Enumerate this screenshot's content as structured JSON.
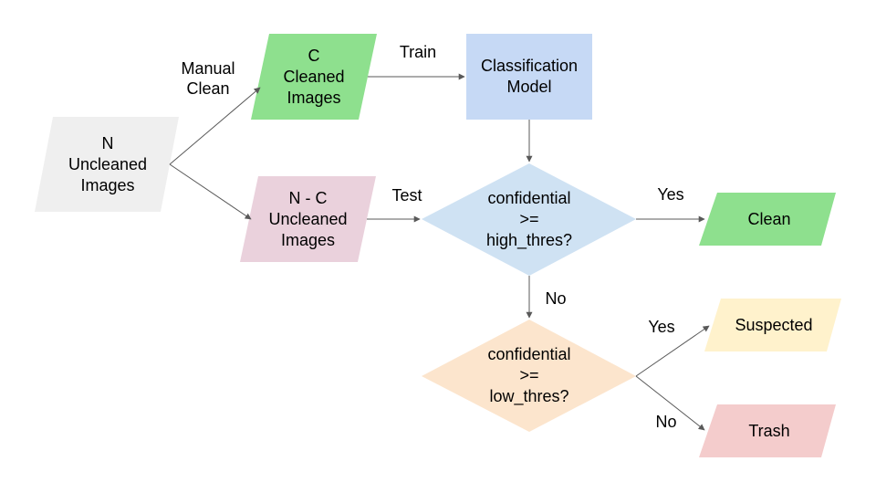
{
  "colors": {
    "uncleaned": "#efefef",
    "cleaned": "#8ee08e",
    "model": "#c6d9f5",
    "remaining": "#ead1dc",
    "high_decision": "#cfe2f3",
    "low_decision": "#fce5cd",
    "clean": "#8ee08e",
    "suspected": "#fff2cc",
    "trash": "#f4cccc",
    "arrow": "#595959"
  },
  "nodes": {
    "uncleaned": {
      "lines": [
        "N",
        "Uncleaned",
        "Images"
      ]
    },
    "cleaned": {
      "lines": [
        "C",
        "Cleaned",
        "Images"
      ]
    },
    "model": {
      "lines": [
        "Classification",
        "Model"
      ]
    },
    "remaining": {
      "lines": [
        "N - C",
        "Uncleaned",
        "Images"
      ]
    },
    "high_decision": {
      "lines": [
        "confidential",
        ">=",
        "high_thres?"
      ]
    },
    "low_decision": {
      "lines": [
        "confidential",
        ">=",
        "low_thres?"
      ]
    },
    "clean": {
      "lines": [
        "Clean"
      ]
    },
    "suspected": {
      "lines": [
        "Suspected"
      ]
    },
    "trash": {
      "lines": [
        "Trash"
      ]
    }
  },
  "edges": {
    "manual_clean": [
      "Manual",
      "Clean"
    ],
    "train": "Train",
    "test": "Test",
    "yes_high": "Yes",
    "no_high": "No",
    "yes_low": "Yes",
    "no_low": "No"
  }
}
